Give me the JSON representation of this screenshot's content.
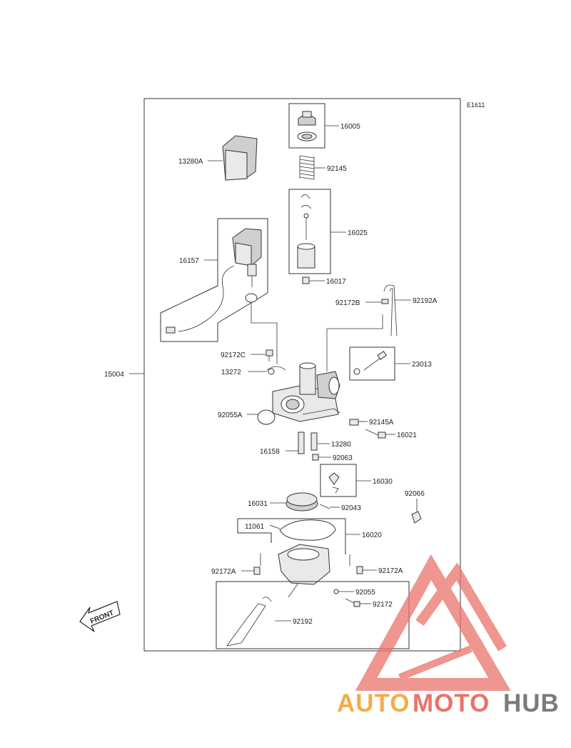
{
  "diagram_code": "E1611",
  "assembly_label": "15004",
  "labels": {
    "p16005": "16005",
    "p13280A": "13280A",
    "p92145": "92145",
    "p16025": "16025",
    "p16157": "16157",
    "p16017": "16017",
    "p92172B": "92172B",
    "p92192A": "92192A",
    "p92172C": "92172C",
    "p13272": "13272",
    "p23013": "23013",
    "p92055A": "92055A",
    "p92145A": "92145A",
    "p16021": "16021",
    "p13280": "13280",
    "p16158": "16158",
    "p92063": "92063",
    "p16030": "16030",
    "p92066": "92066",
    "p16031": "16031",
    "p92043": "92043",
    "p11061": "11061",
    "p16020": "16020",
    "p92172A_left": "92172A",
    "p92172A_right": "92172A",
    "p92055": "92055",
    "p92172": "92172",
    "p92192": "92192"
  },
  "front_arrow": "FRONT",
  "watermark": {
    "part1": "AUTO",
    "part2": "MOTO",
    "part3": "HUB",
    "colors": {
      "auto": "#f4ac4a",
      "moto": "#e9736a",
      "hub": "#7a7a7a",
      "triangle": "#e9736a"
    }
  }
}
